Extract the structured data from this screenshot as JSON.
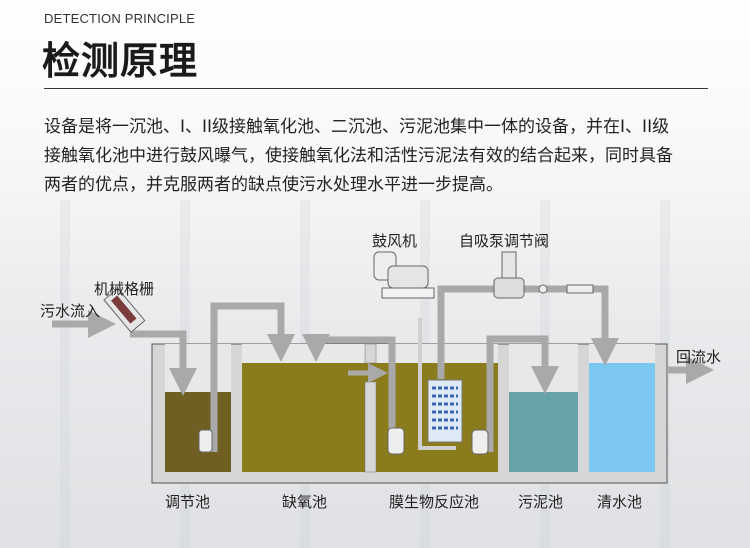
{
  "header": {
    "subtitle": "DETECTION PRINCIPLE",
    "title": "检测原理"
  },
  "description": [
    "设备是将一沉池、I、II级接触氧化池、二沉池、污泥池集中一体的设备，并在I、II级",
    "接触氧化池中进行鼓风曝气，使接触氧化法和活性污泥法有效的结合起来，同时具备",
    "两者的优点，并克服两者的缺点使污水处理水平进一步提高。"
  ],
  "diagram": {
    "inflow": "污水流入",
    "screen": "机械格栅",
    "blower": "鼓风机",
    "pump_valve": "自吸泵调节阀",
    "return_water": "回流水",
    "tanks": [
      "调节池",
      "缺氧池",
      "膜生物反应池",
      "污泥池",
      "清水池"
    ],
    "colors": {
      "regulating": "#6f5f22",
      "anoxic": "#8a7b1c",
      "mbr": "#8a7b1c",
      "sludge": "#67a3a9",
      "clear": "#7cc7ef",
      "pipe": "#a9a9a9",
      "tank": "#d4d4d4"
    }
  }
}
